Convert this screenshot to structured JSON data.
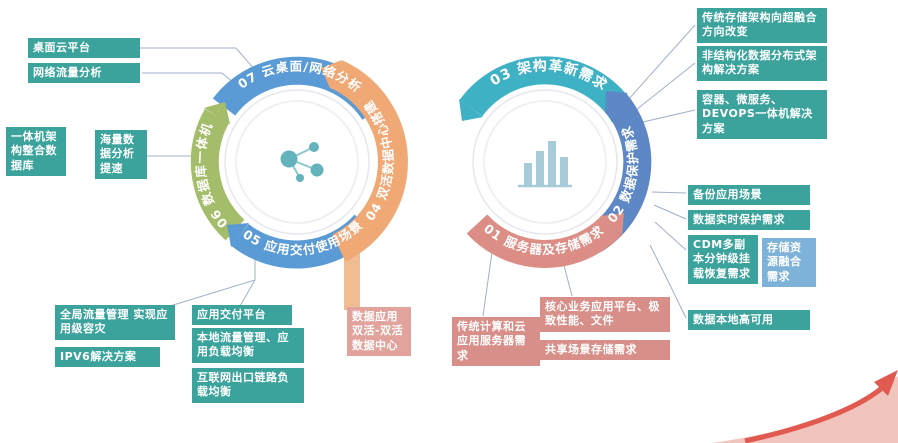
{
  "colors": {
    "teal_box": "#3BA39C",
    "light_blue_box": "#7FB2D8",
    "salmon_box": "#D98F89",
    "rose_box": "#E2A39C",
    "arc_blue": "#5B9BD5",
    "arc_green": "#A3BD6B",
    "arc_orange": "#F0A875",
    "arc_teal": "#3FB1C5",
    "arc_dark_blue": "#5D87C5",
    "arc_salmon": "#DC8E86",
    "swoosh_pink": "#F2C4BE",
    "swoosh_red": "#E05A50"
  },
  "rings": {
    "left": {
      "segments": [
        {
          "label": "07 云桌面/网络分析"
        },
        {
          "label": "06 数据库一体机"
        },
        {
          "label": "05 应用交付使用场景"
        },
        {
          "label": "04 双活数据中心搭建"
        }
      ]
    },
    "right": {
      "segments": [
        {
          "label": "03 架构革新需求"
        },
        {
          "label": "02 数据保护需求"
        },
        {
          "label": "01 服务器及存储需求"
        }
      ]
    }
  },
  "callouts": {
    "desktop_cloud": "桌面云平台",
    "network_traffic": "网络流量分析",
    "appliance_arch": "一体机架构整合数据库",
    "mass_data": "海量数据分析提速",
    "global_traffic": "全局流量管理 实现应用级容灾",
    "ipv6": "IPV6解决方案",
    "app_delivery": "应用交付平台",
    "local_traffic": "本地流量管理、应用负载均衡",
    "internet_egress": "互联网出口链路负载均衡",
    "dual_active": "数据应用双活-双活数据中心",
    "traditional_compute": "传统计算和云应用服务器需求",
    "core_business": "核心业务应用平台、极致性能、文件",
    "shared_storage": "共享场景存储需求",
    "storage_hci": "传统存储架构向超融合方向改变",
    "unstructured": "非结构化数据分布式架构解决方案",
    "container_devops": "容器、微服务、DEVOPS一体机解决方案",
    "backup": "备份应用场景",
    "realtime_protect": "数据实时保护需求",
    "cdm": "CDM多副本分钟级挂载恢复需求",
    "storage_fusion": "存储资源融合需求",
    "local_ha": "数据本地高可用"
  }
}
